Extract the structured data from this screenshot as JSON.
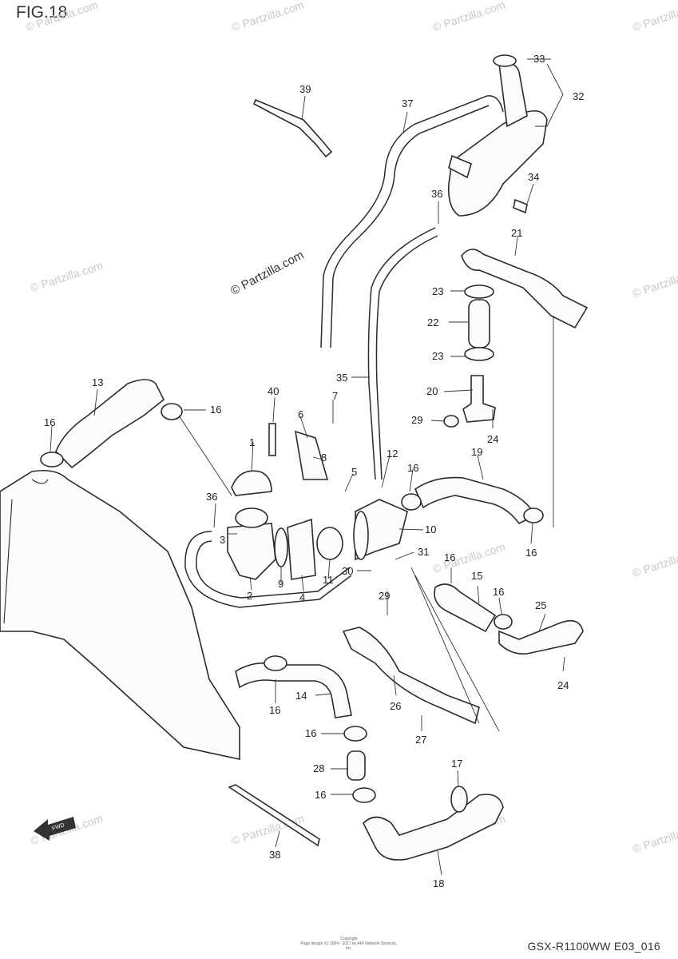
{
  "figure": {
    "title": "FIG.18",
    "model_code": "GSX-R1100WW  E03_016",
    "copyright_line1": "Copyright",
    "copyright_line2": "Page design (c) 2004 - 2017 by ARI Network Services, Inc.",
    "brand_center": "© Partzilla.com",
    "watermark": "© Partzilla.com",
    "front_arrow_label": "FWD"
  },
  "callouts": [
    {
      "label": "1"
    },
    {
      "label": "2"
    },
    {
      "label": "3"
    },
    {
      "label": "4"
    },
    {
      "label": "5"
    },
    {
      "label": "6"
    },
    {
      "label": "7"
    },
    {
      "label": "8"
    },
    {
      "label": "9"
    },
    {
      "label": "10"
    },
    {
      "label": "11"
    },
    {
      "label": "12"
    },
    {
      "label": "13"
    },
    {
      "label": "14"
    },
    {
      "label": "15"
    },
    {
      "label": "16"
    },
    {
      "label": "16"
    },
    {
      "label": "16"
    },
    {
      "label": "16"
    },
    {
      "label": "16"
    },
    {
      "label": "16"
    },
    {
      "label": "16"
    },
    {
      "label": "16"
    },
    {
      "label": "16"
    },
    {
      "label": "17"
    },
    {
      "label": "18"
    },
    {
      "label": "19"
    },
    {
      "label": "20"
    },
    {
      "label": "21"
    },
    {
      "label": "22"
    },
    {
      "label": "23"
    },
    {
      "label": "23"
    },
    {
      "label": "24"
    },
    {
      "label": "24"
    },
    {
      "label": "25"
    },
    {
      "label": "26"
    },
    {
      "label": "27"
    },
    {
      "label": "28"
    },
    {
      "label": "29"
    },
    {
      "label": "29"
    },
    {
      "label": "30"
    },
    {
      "label": "31"
    },
    {
      "label": "32"
    },
    {
      "label": "33"
    },
    {
      "label": "34"
    },
    {
      "label": "35"
    },
    {
      "label": "36"
    },
    {
      "label": "36"
    },
    {
      "label": "37"
    },
    {
      "label": "38"
    },
    {
      "label": "39"
    },
    {
      "label": "40"
    }
  ]
}
